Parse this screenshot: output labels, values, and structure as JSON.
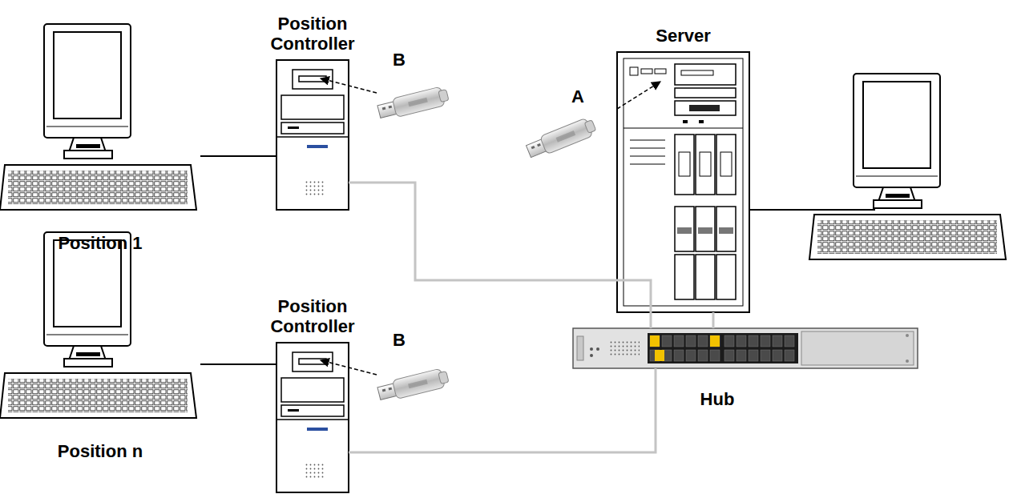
{
  "diagram": {
    "nodes": [
      {
        "text": [
          "Position Controller"
        ]
      },
      {
        "text": [
          "Server"
        ]
      },
      {
        "text": [
          "Position 1"
        ]
      },
      {
        "text": [
          "Position Controller"
        ]
      },
      {
        "text": [
          "Hub"
        ]
      },
      {
        "text": [
          "Position n"
        ]
      }
    ],
    "edges": [
      {
        "from": 2,
        "to": 0,
        "arrow": "none"
      },
      {
        "from": 0,
        "to": 4,
        "arrow": "none"
      },
      {
        "from": 1,
        "to": 4,
        "arrow": "none"
      },
      {
        "from": 3,
        "to": 4,
        "arrow": "none"
      },
      {
        "from": 5,
        "to": 3,
        "arrow": "none"
      }
    ],
    "labels": [
      "B",
      "A",
      "B"
    ]
  }
}
